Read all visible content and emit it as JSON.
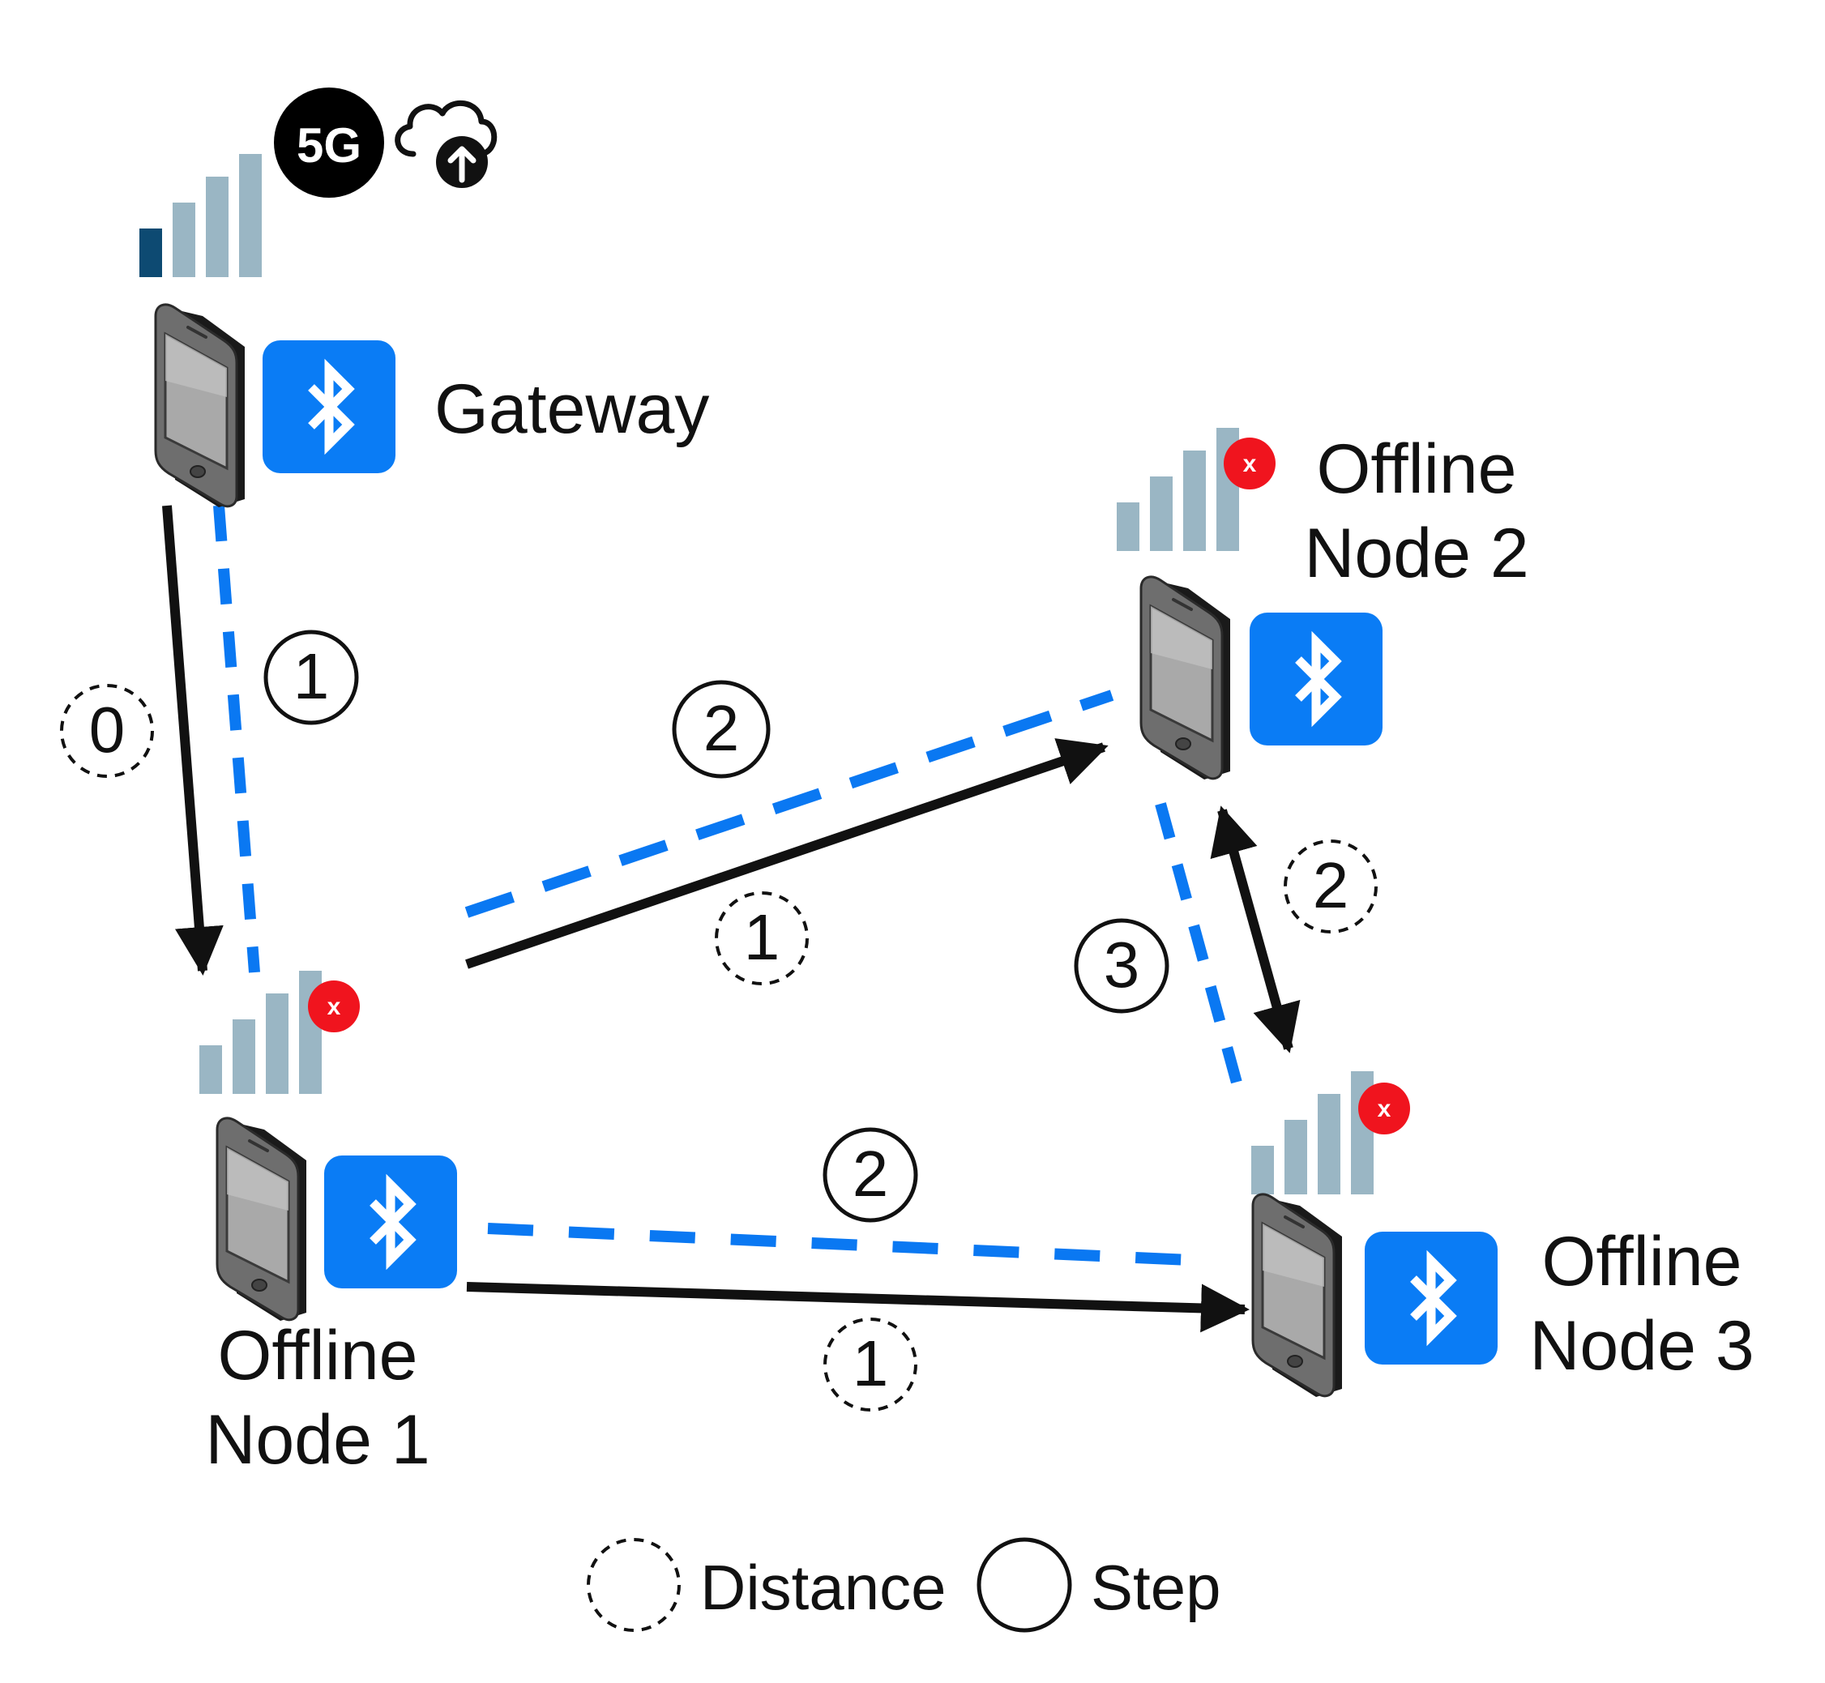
{
  "nodes": {
    "gateway": {
      "label_lines": [
        "Gateway"
      ],
      "status": "online",
      "network_badge": "5G"
    },
    "node1": {
      "label_lines": [
        "Offline",
        "Node 1"
      ],
      "status": "offline",
      "offline_mark": "x"
    },
    "node2": {
      "label_lines": [
        "Offline",
        "Node 2"
      ],
      "status": "offline",
      "offline_mark": "x"
    },
    "node3": {
      "label_lines": [
        "Offline",
        "Node 3"
      ],
      "status": "offline",
      "offline_mark": "x"
    }
  },
  "links": [
    {
      "from": "gateway",
      "to": "node1",
      "step": "1",
      "distance": "0"
    },
    {
      "from": "node1",
      "to": "node2",
      "step": "2",
      "distance": "1"
    },
    {
      "from": "node1",
      "to": "node3",
      "step": "2",
      "distance": "1"
    },
    {
      "from": "node2",
      "to": "node3",
      "step": "3",
      "distance": "2"
    }
  ],
  "legend": {
    "distance_label": "Distance",
    "step_label": "Step"
  },
  "colors": {
    "bluetooth_tile": "#0a7cf5",
    "blue_dash": "#0a78f2",
    "signal_bar": "#9ab6c4",
    "signal_bar_active": "#0d4a72",
    "offline_badge": "#f0141e",
    "arrow": "#111111"
  },
  "icons": {
    "phone": "smartphone-icon",
    "bluetooth": "bluetooth-icon",
    "signal": "signal-bars-icon",
    "cloud": "cloud-upload-icon"
  }
}
